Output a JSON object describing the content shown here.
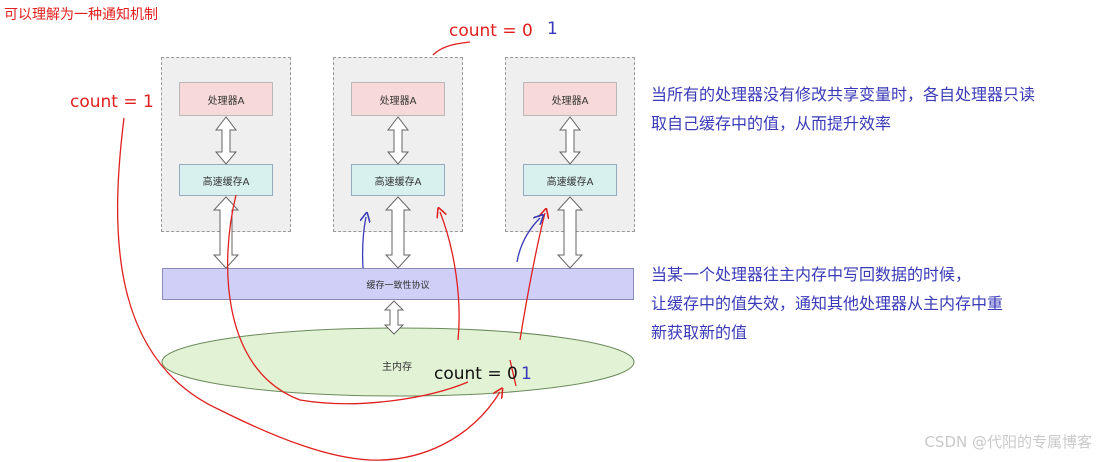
{
  "title": "可以理解为一种通知机制",
  "processor_label": "处理器A",
  "cache_label": "高速缓存A",
  "bus_label": "缓存一致性协议",
  "memory_label": "主内存",
  "annotations": {
    "count_top": "count = 0",
    "count_top_new": "1",
    "count_left": "count = 1",
    "count_memory": "count = 0",
    "count_memory_new": "1"
  },
  "notes": {
    "read_line1": "当所有的处理器没有修改共享变量时，各自处理器只读",
    "read_line2": "取自己缓存中的值，从而提升效率",
    "write_line1": "当某一个处理器往主内存中写回数据的时候，",
    "write_line2": "让缓存中的值失效，通知其他处理器从主内存中重",
    "write_line3": "新获取新的值"
  },
  "watermark": "CSDN @代阳的专属博客",
  "colors": {
    "annotation_red": "#e0201f",
    "annotation_blue": "#3a3ab8",
    "processor_fill": "#f8d9d9",
    "cache_fill": "#d8f0ee",
    "bus_fill": "#cfcff7",
    "memory_fill": "#e2f2d5"
  }
}
